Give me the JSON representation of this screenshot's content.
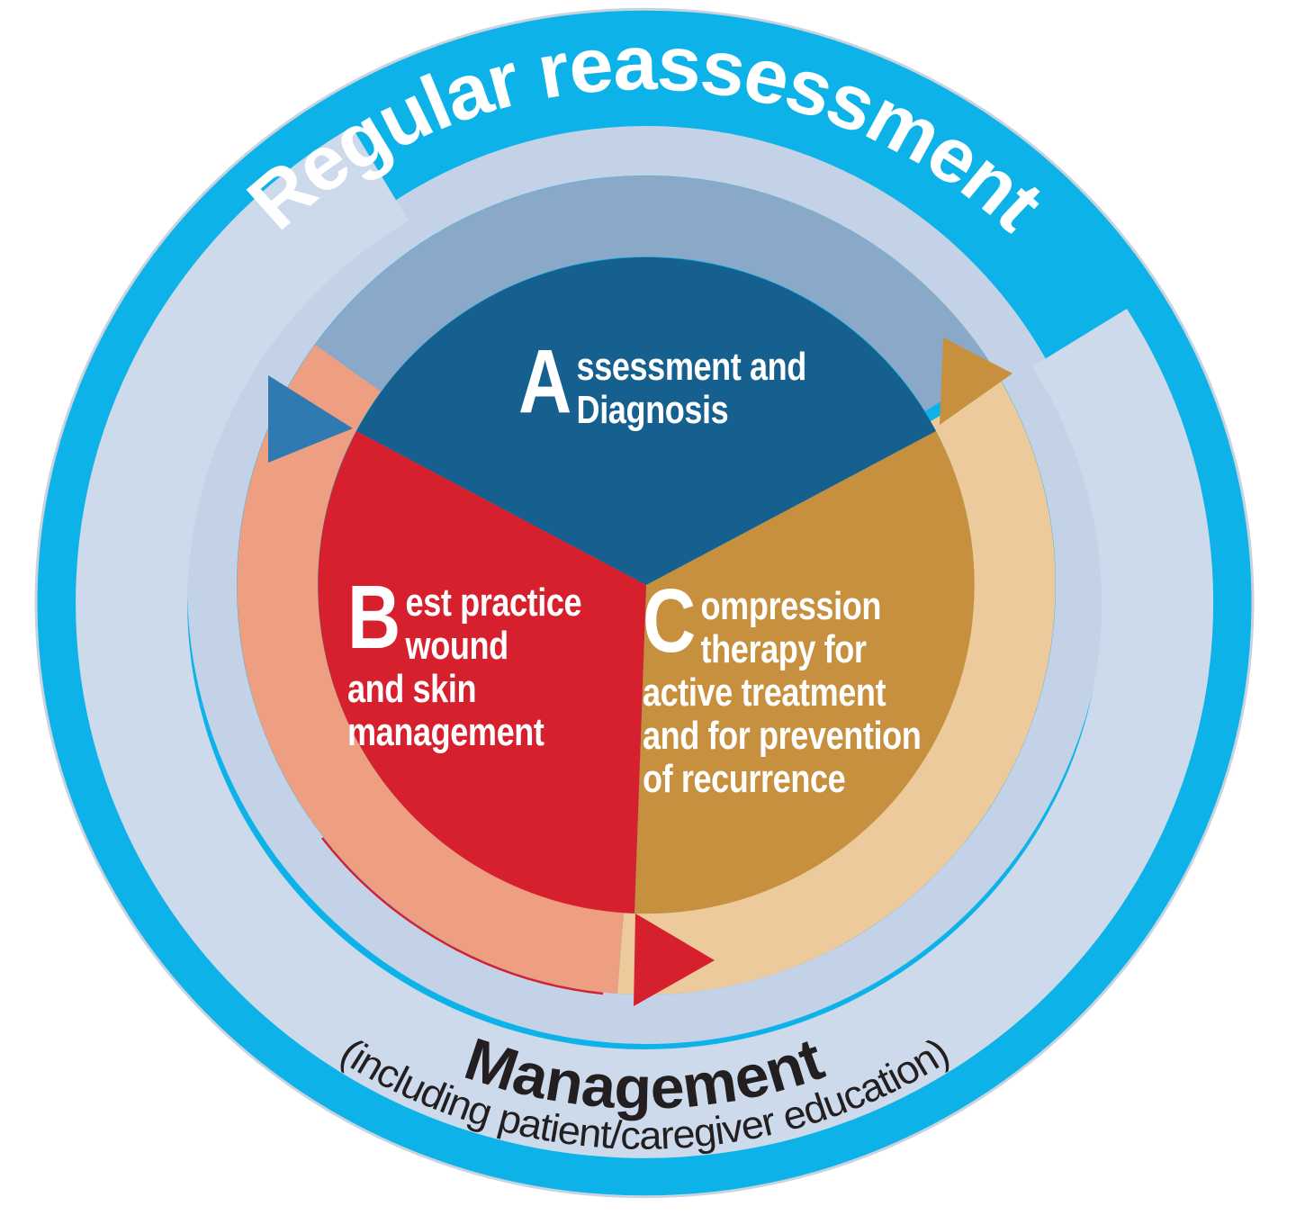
{
  "title_hint": "ABC cycle diagram",
  "colors": {
    "cyan_ring": "#0db3e8",
    "outer_border": "#c9d3df",
    "pale_outer_band": "#ccdaeb",
    "pale_inner_ring": "#c3d2e6",
    "text_light": "#ffffff",
    "text_dark": "#231f20"
  },
  "outer": {
    "label": "Regular reassessment"
  },
  "management": {
    "label": "Management",
    "sublabel": "(including patient/caregiver education)"
  },
  "segments": [
    {
      "id": "A",
      "cap": "A",
      "lines": [
        "ssessment and",
        "Diagnosis"
      ],
      "color": "#16608f",
      "arrow_color": "#8aa9c8",
      "head_color": "#2e7ab1"
    },
    {
      "id": "B",
      "cap": "B",
      "lines": [
        "est practice",
        "wound",
        "and skin",
        "management"
      ],
      "color": "#d7202e",
      "arrow_color": "#ee9f82",
      "head_color": "#d7202e"
    },
    {
      "id": "C",
      "cap": "C",
      "lines": [
        "ompression",
        "therapy for",
        "active treatment",
        "and for prevention",
        "of recurrence"
      ],
      "color": "#c6903e",
      "arrow_color": "#ecca9b",
      "head_color": "#c6903e"
    }
  ]
}
